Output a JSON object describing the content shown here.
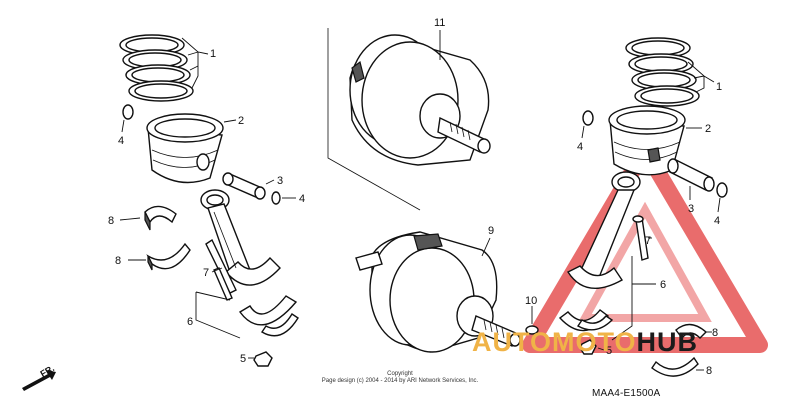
{
  "diagram": {
    "code": "MAA4-E1500A",
    "fr_label": "FR.",
    "copyright_title": "Copyright",
    "copyright_line": "Page design (c) 2004 - 2014 by ARI Network Services, Inc.",
    "callouts": [
      "1",
      "2",
      "3",
      "4",
      "5",
      "6",
      "7",
      "8",
      "9",
      "10",
      "11"
    ]
  },
  "watermark": {
    "text_part1": "AUTOMOTO",
    "text_part2": "HUB",
    "color_primary": "#f0b347",
    "color_secondary": "#1b1b1b",
    "triangle_color": "#e23b3b"
  }
}
